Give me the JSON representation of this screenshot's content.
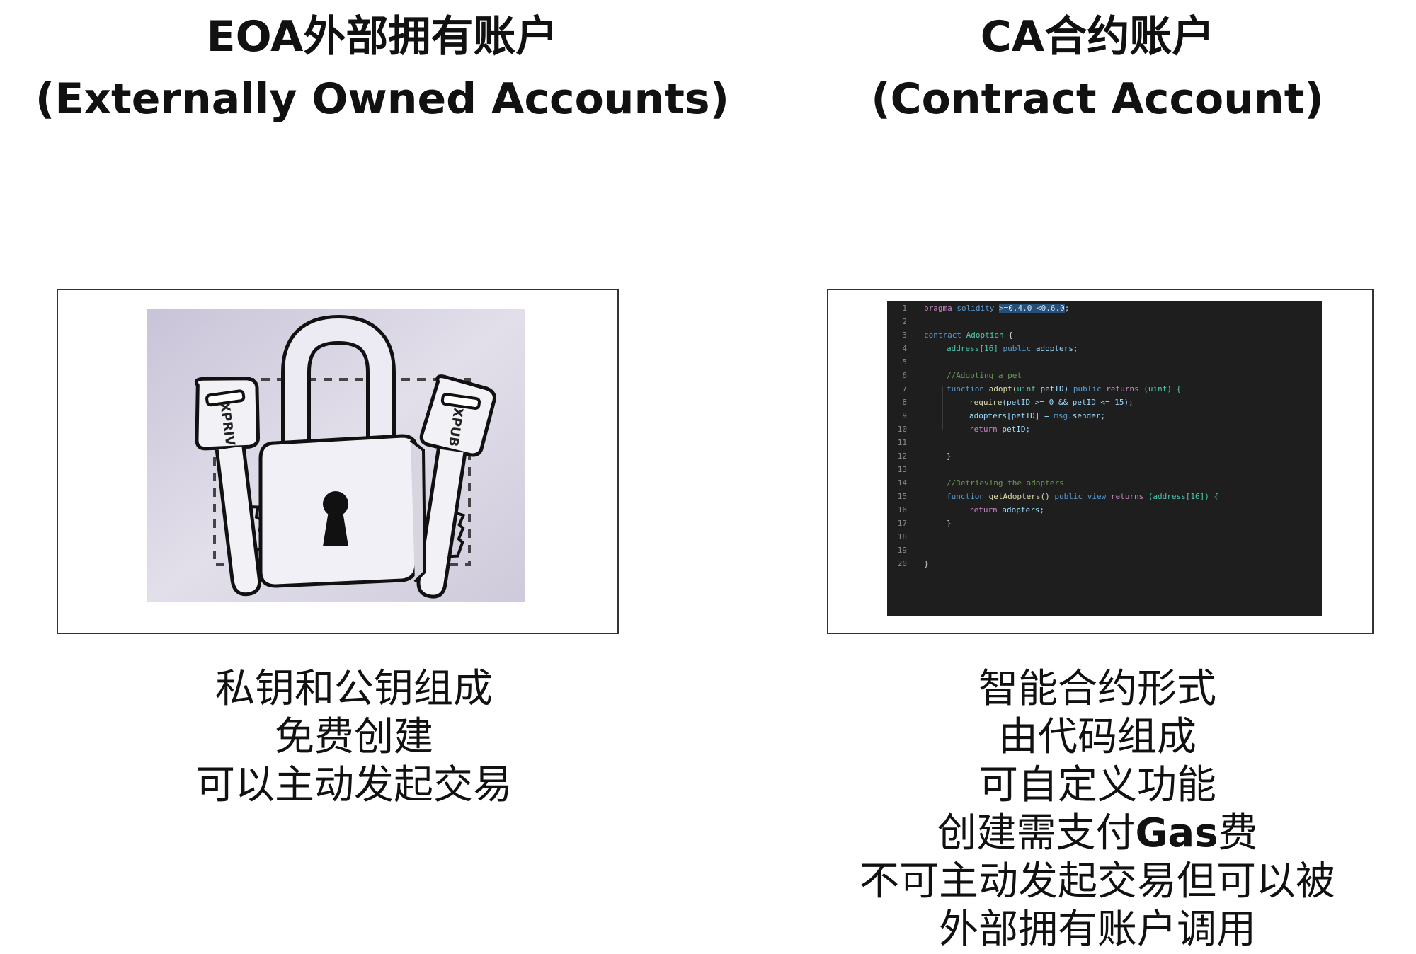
{
  "eoa": {
    "title_line1": "EOA外部拥有账户",
    "title_line2": "(Externally Owned Accounts)",
    "key_left_label": "XPRIV",
    "key_right_label": "XPUB",
    "desc": [
      "私钥和公钥组成",
      "免费创建",
      "可以主动发起交易"
    ]
  },
  "ca": {
    "title_line1": "CA合约账户",
    "title_line2": "(Contract Account)",
    "desc_line1": "智能合约形式",
    "desc_line2": "由代码组成",
    "desc_line3": "可自定义功能",
    "desc_line4_pre": "创建需支付",
    "desc_line4_gas": "Gas",
    "desc_line4_post": "费",
    "desc_line5": "不可主动发起交易但可以被",
    "desc_line6": "外部拥有账户调用",
    "code": {
      "line_numbers": [
        "1",
        "2",
        "3",
        "4",
        "5",
        "6",
        "7",
        "8",
        "9",
        "10",
        "11",
        "12",
        "13",
        "14",
        "15",
        "16",
        "17",
        "18",
        "19",
        "20"
      ],
      "l1_kw": "pragma",
      "l1_id": "solidity",
      "l1_ver": ">=0.4.0 <0.6.0",
      "l1_end": ";",
      "l3_kw": "contract",
      "l3_name": "Adoption",
      "l3_end": " {",
      "l4_type": "address[16]",
      "l4_kw": "public",
      "l4_var": "adopters;",
      "l6_comment": "//Adopting a pet",
      "l7_kw": "function",
      "l7_fn": "adopt(",
      "l7_type": "uint",
      "l7_arg": " petID)",
      "l7_pub": "public",
      "l7_ret": "returns",
      "l7_rtype": "(uint) {",
      "l8_fn": "require",
      "l8_rest": "(petID >= 0 && petID <= 15);",
      "l9_a": "adopters[petID] = ",
      "l9_b": "msg",
      "l9_c": ".sender;",
      "l10_kw": "return",
      "l10_rest": " petID;",
      "l12": "}",
      "l14_comment": "//Retrieving the adopters",
      "l15_kw": "function",
      "l15_fn": "getAdopters()",
      "l15_pub": "public",
      "l15_view": "view",
      "l15_ret": "returns",
      "l15_rtype": "(address[16]) {",
      "l16_kw": "return",
      "l16_rest": " adopters;",
      "l17": "}",
      "l20": "}"
    }
  }
}
